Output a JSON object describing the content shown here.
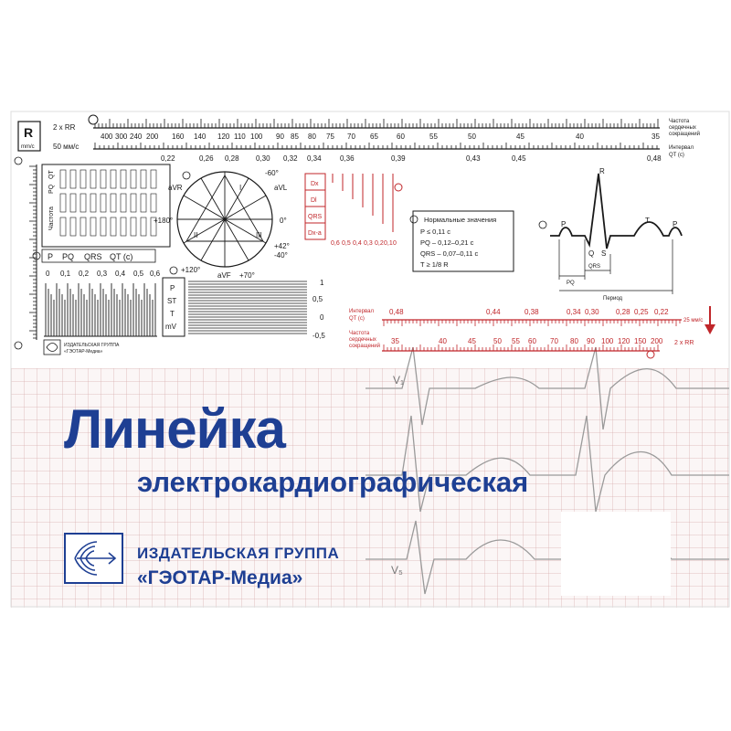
{
  "product": {
    "title": "Линейка",
    "subtitle": "электрокардиографическая",
    "publisher_line1": "ИЗДАТЕЛЬСКАЯ ГРУППА",
    "publisher_line2": "«ГЭОТАР-Медиа»"
  },
  "ruler": {
    "r_box_label": "R",
    "r_box_sub": "mm/c",
    "top_scale": {
      "prefix": "2 х RR",
      "values": [
        "400",
        "300",
        "240",
        "200",
        "160",
        "140",
        "120",
        "110",
        "100",
        "90",
        "85",
        "80",
        "75",
        "70",
        "65",
        "60",
        "55",
        "50",
        "45",
        "40",
        "35"
      ],
      "right_label_1": "Частота",
      "right_label_2": "сердечных",
      "right_label_3": "сокращений"
    },
    "interval_scale": {
      "prefix": "50 мм/с",
      "values": [
        "0,22",
        "0,26",
        "0,28",
        "0,30",
        "0,32",
        "0,34",
        "0,36",
        "0,39",
        "0,43",
        "0,45",
        "0,48"
      ],
      "right_label_1": "Интервал",
      "right_label_2": "QT (с)"
    },
    "table_headers": [
      "P",
      "PQ",
      "QRS",
      "QT (c)"
    ],
    "table_side_labels": [
      "Частота",
      "PQ",
      "QT"
    ],
    "mm_scale": [
      "0",
      "0,1",
      "0,2",
      "0,3",
      "0,4",
      "0,5",
      "0,6"
    ],
    "axis": {
      "labels": [
        "aVR",
        "aVL",
        "-60°",
        "I",
        "0°",
        "+180°",
        "II",
        "III",
        "+120°",
        "aVF",
        "+70°",
        "-40°",
        "+42°"
      ]
    },
    "amplitude_labels": [
      "P",
      "ST",
      "T",
      "mV"
    ],
    "amplitude_values": [
      "1",
      "0,5",
      "0",
      "-0,5"
    ],
    "red_block_labels": [
      "Dx",
      "Dl",
      "QRS",
      "Dx-a"
    ],
    "red_block_values": [
      "0,6",
      "0,5",
      "0,4",
      "0,3",
      "0,2",
      "0,1",
      "0"
    ],
    "normal_values": {
      "title": "Нормальные значения",
      "lines": [
        "P ≤ 0,11 с",
        "PQ – 0,12–0,21 с",
        "QRS – 0,07–0,11 с",
        "T ≥ 1/8 R"
      ]
    },
    "ecg_wave_labels": [
      "P",
      "Q",
      "R",
      "S",
      "T",
      "P",
      "PQ",
      "QRS",
      "Период"
    ],
    "bottom_interval_scale": {
      "left_label_1": "Интервал",
      "left_label_2": "QT (с)",
      "values": [
        "0,48",
        "0,44",
        "0,38",
        "0,34",
        "0,30",
        "0,28",
        "0,25",
        "0,22"
      ],
      "right_label": "25 мм/с"
    },
    "bottom_rate_scale": {
      "left_label_1": "Частота",
      "left_label_2": "сердечных",
      "left_label_3": "сокращений",
      "values": [
        "35",
        "40",
        "45",
        "50",
        "55",
        "60",
        "70",
        "80",
        "90",
        "100",
        "120",
        "150",
        "200"
      ],
      "right_label": "2 х RR"
    },
    "publisher_small_1": "ИЗДАТЕЛЬСКАЯ ГРУППА",
    "publisher_small_2": "«ГЭОТАР-Медиа»",
    "lead_labels": [
      "V₁",
      "V₅"
    ]
  },
  "colors": {
    "brand_blue": "#1e3f93",
    "ink": "#1a1a1a",
    "red": "#c0262a",
    "grid": "#d6aaaa"
  }
}
